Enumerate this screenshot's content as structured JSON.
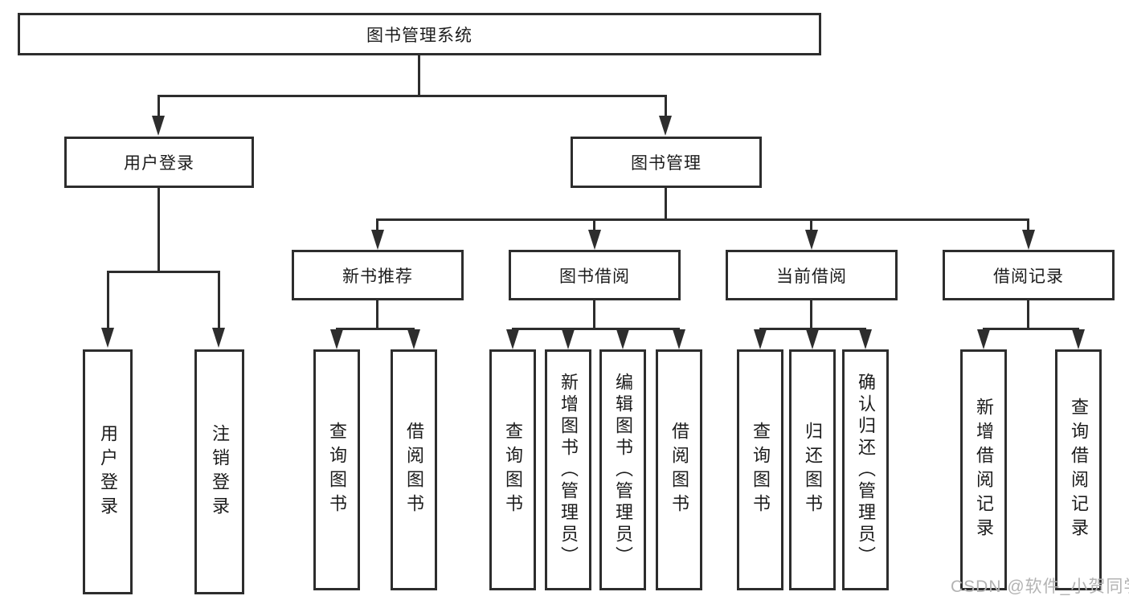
{
  "tree": {
    "root": {
      "label": "图书管理系统"
    },
    "branches": [
      {
        "label": "用户登录",
        "children": [
          {
            "label": "用户登录"
          },
          {
            "label": "注销登录"
          }
        ]
      },
      {
        "label": "图书管理",
        "groups": [
          {
            "label": "新书推荐",
            "children": [
              {
                "label": "查询图书"
              },
              {
                "label": "借阅图书"
              }
            ]
          },
          {
            "label": "图书借阅",
            "children": [
              {
                "label": "查询图书"
              },
              {
                "label": "新增图书（管理员）"
              },
              {
                "label": "编辑图书（管理员）"
              },
              {
                "label": "借阅图书"
              }
            ]
          },
          {
            "label": "当前借阅",
            "children": [
              {
                "label": "查询图书"
              },
              {
                "label": "归还图书"
              },
              {
                "label": "确认归还（管理员）"
              }
            ]
          },
          {
            "label": "借阅记录",
            "children": [
              {
                "label": "新增借阅记录"
              },
              {
                "label": "查询借阅记录"
              }
            ]
          }
        ]
      }
    ]
  },
  "watermark": {
    "text": "CSDN @软件_小贺同学"
  },
  "colors": {
    "line": "#2d2d2d",
    "text": "#1c1c1c",
    "background": "#ffffff",
    "watermark": "#b3b3b3"
  }
}
